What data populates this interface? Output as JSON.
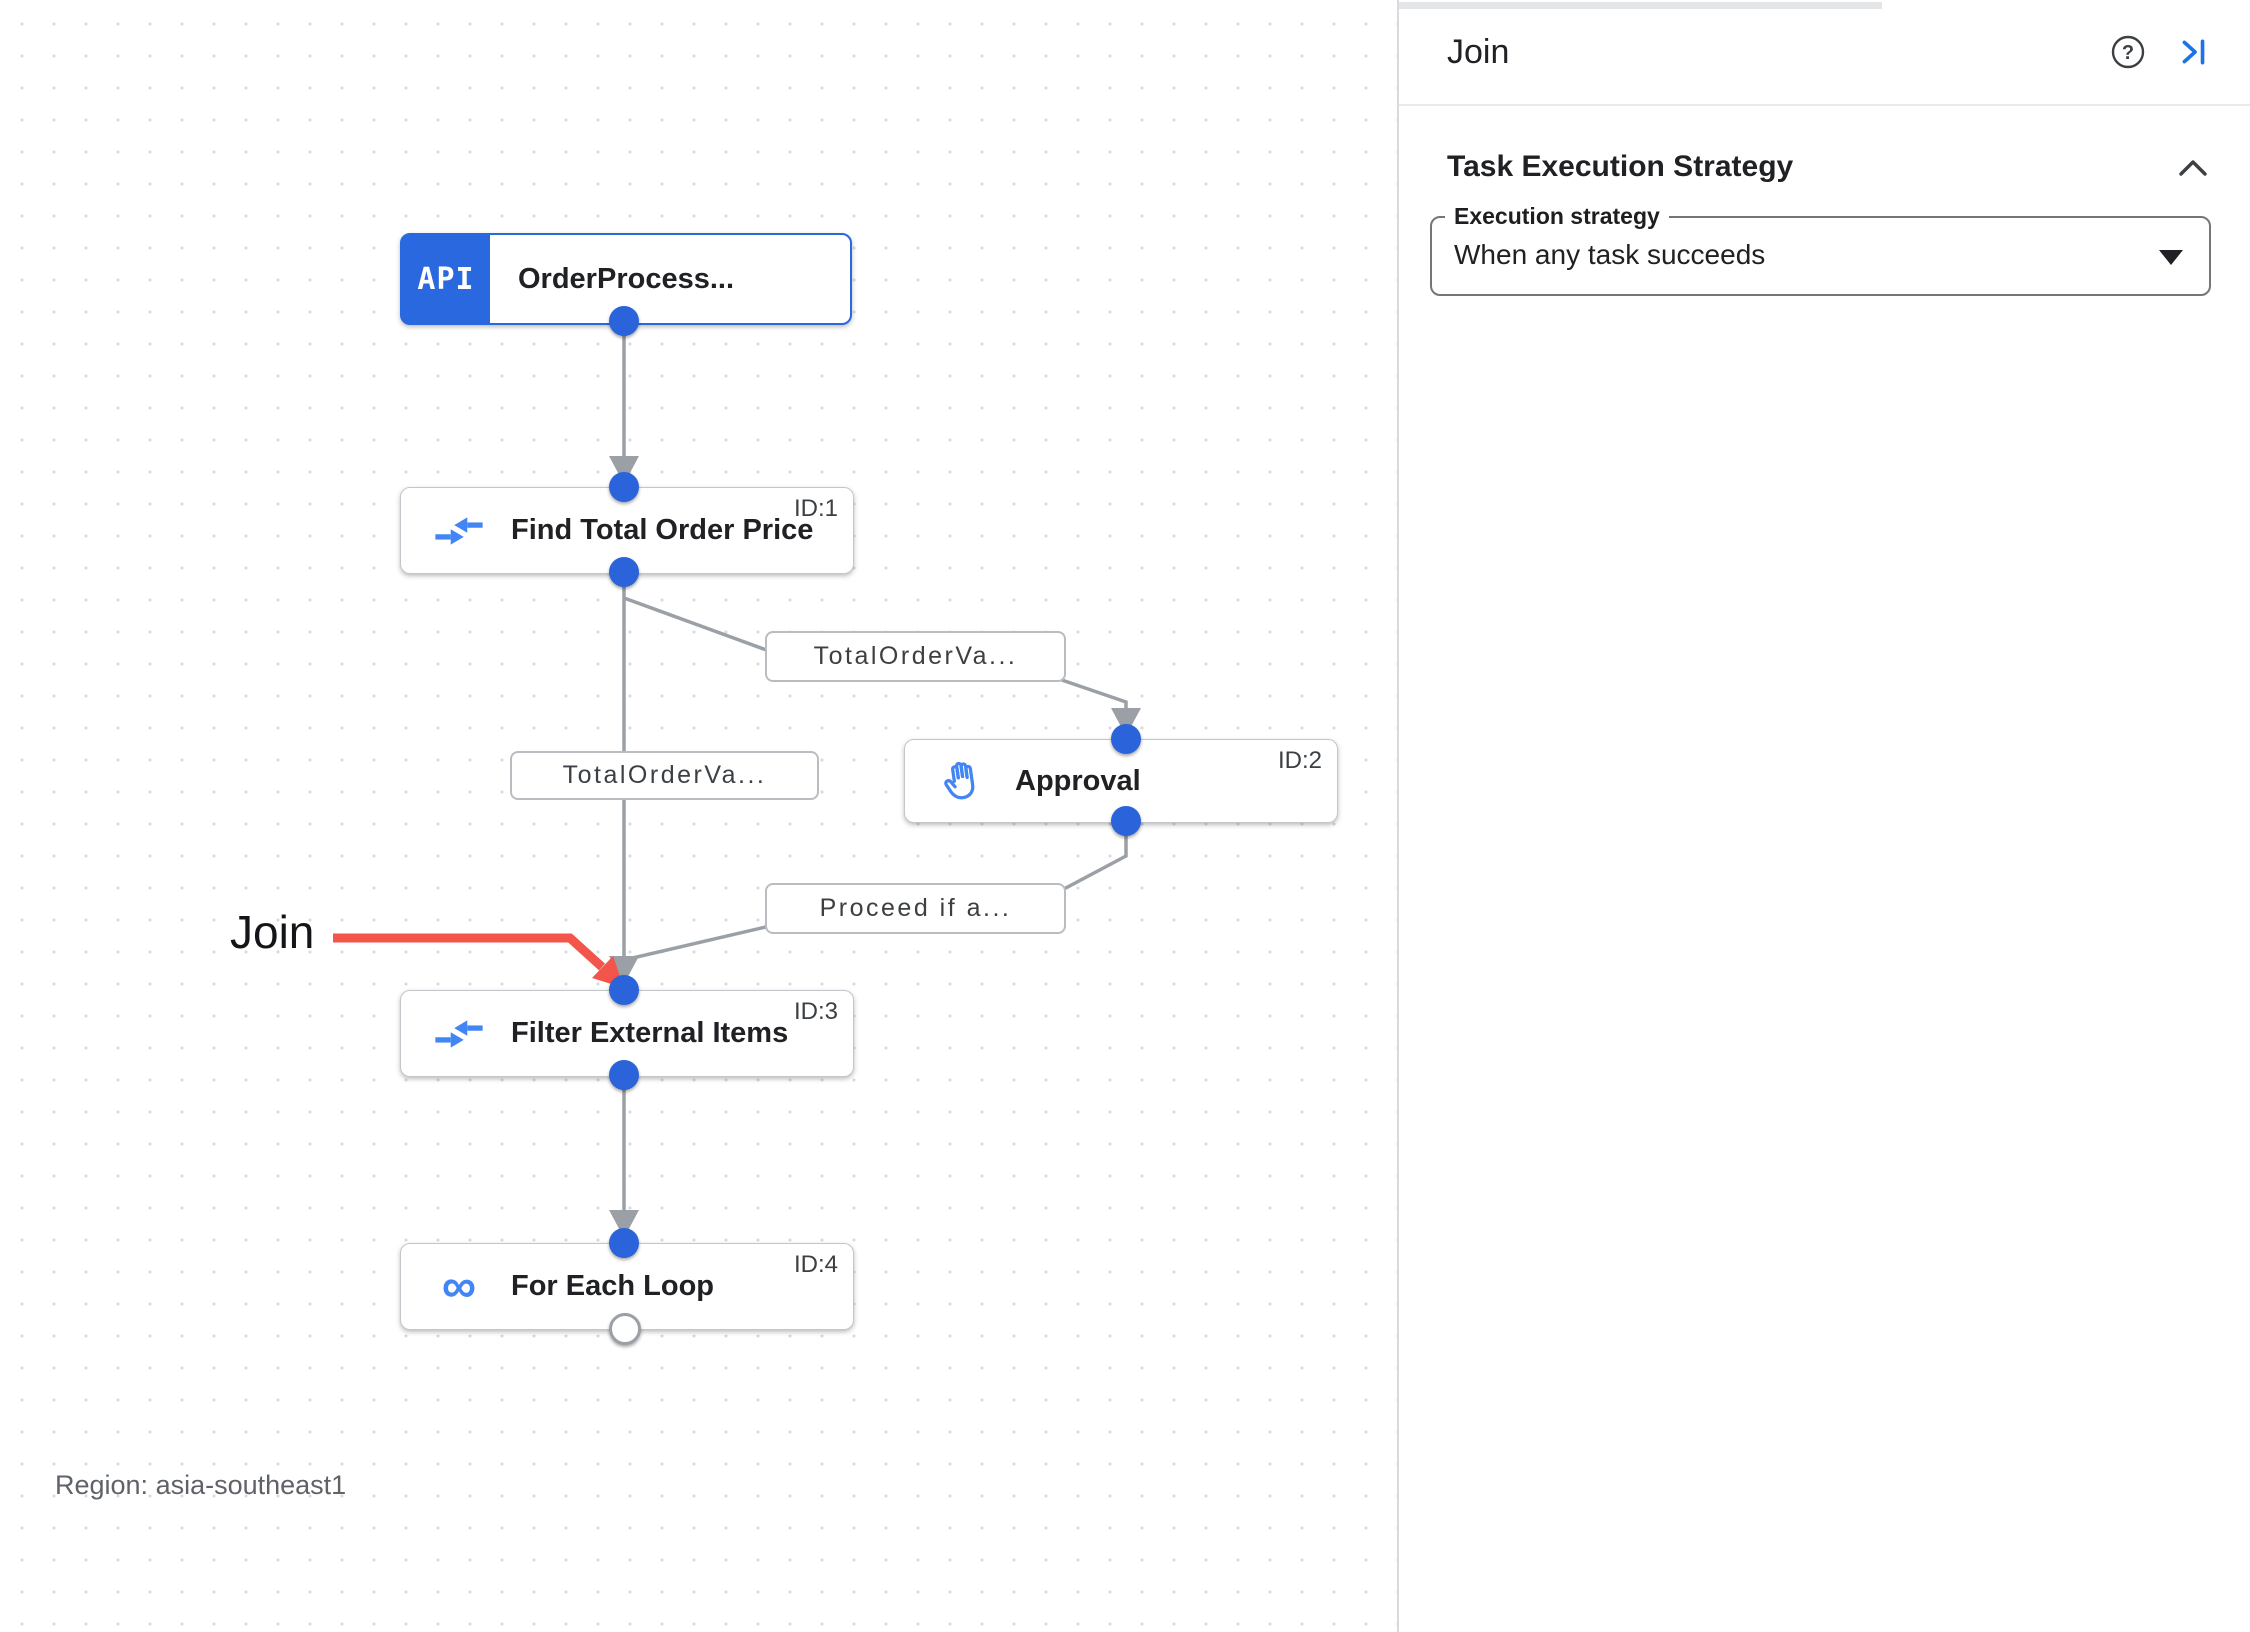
{
  "canvas": {
    "nodes": [
      {
        "title": "OrderProcess...",
        "badge": "API",
        "icon": "api-trigger"
      },
      {
        "title": "Find Total Order Price",
        "id": "ID:1",
        "icon": "data-mapping"
      },
      {
        "title": "Approval",
        "id": "ID:2",
        "icon": "hand-approval"
      },
      {
        "title": "Filter External Items",
        "id": "ID:3",
        "icon": "data-mapping"
      },
      {
        "title": "For Each Loop",
        "id": "ID:4",
        "icon": "loop"
      }
    ],
    "edge_labels": [
      "TotalOrderVa...",
      "TotalOrderVa...",
      "Proceed if a..."
    ],
    "annotation": {
      "text": "Join",
      "arrow_color": "#f4554a"
    },
    "region_label": "Region: asia-southeast1",
    "colors": {
      "edge": "#9aa0a6",
      "port": "#2a63da",
      "node_accent": "#2a68e0",
      "icon_blue": "#4285f4"
    }
  },
  "panel": {
    "title": "Join",
    "help_glyph": "?",
    "icons": {
      "help": "help-circle",
      "collapse": "collapse-panel-right"
    },
    "section_title": "Task Execution Strategy",
    "field": {
      "label": "Execution strategy",
      "value": "When any task succeeds"
    }
  }
}
